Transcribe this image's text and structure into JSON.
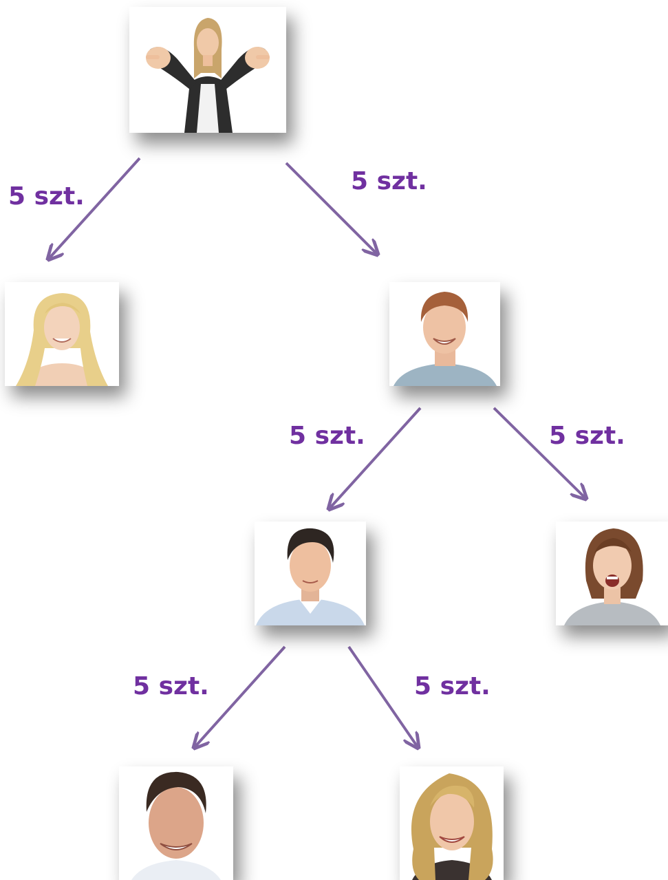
{
  "colors": {
    "arrow": "#8064a2",
    "label": "#7030a0"
  },
  "people": [
    {
      "id": "top",
      "name": "pointing-woman-photo"
    },
    {
      "id": "l1-left",
      "name": "blonde-woman-photo"
    },
    {
      "id": "l1-right",
      "name": "redhead-man-photo"
    },
    {
      "id": "l2-left",
      "name": "dark-haired-man-photo"
    },
    {
      "id": "l2-right",
      "name": "brunette-woman-photo"
    },
    {
      "id": "l3-left",
      "name": "smiling-man-photo"
    },
    {
      "id": "l3-right",
      "name": "curly-blonde-woman-photo"
    }
  ],
  "edges": [
    {
      "from": "top",
      "to": "l1-left",
      "label": "5 szt."
    },
    {
      "from": "top",
      "to": "l1-right",
      "label": "5 szt."
    },
    {
      "from": "l1-right",
      "to": "l2-left",
      "label": "5 szt."
    },
    {
      "from": "l1-right",
      "to": "l2-right",
      "label": "5 szt."
    },
    {
      "from": "l2-left",
      "to": "l3-left",
      "label": "5 szt."
    },
    {
      "from": "l2-left",
      "to": "l3-right",
      "label": "5 szt."
    }
  ]
}
